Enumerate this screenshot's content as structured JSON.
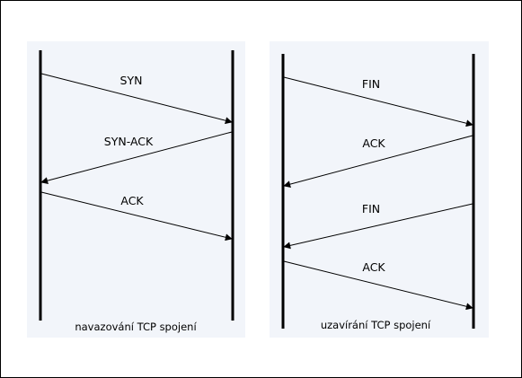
{
  "colors": {
    "line": "#000000",
    "panel": "#f2f5fa",
    "background": "#ffffff"
  },
  "left": {
    "caption": "navazování TCP spojení",
    "messages": [
      {
        "label": "SYN",
        "direction": "right"
      },
      {
        "label": "SYN-ACK",
        "direction": "left"
      },
      {
        "label": "ACK",
        "direction": "right"
      }
    ]
  },
  "right": {
    "caption": "uzavírání TCP spojení",
    "messages": [
      {
        "label": "FIN",
        "direction": "right"
      },
      {
        "label": "ACK",
        "direction": "left"
      },
      {
        "label": "FIN",
        "direction": "left"
      },
      {
        "label": "ACK",
        "direction": "right"
      }
    ]
  }
}
